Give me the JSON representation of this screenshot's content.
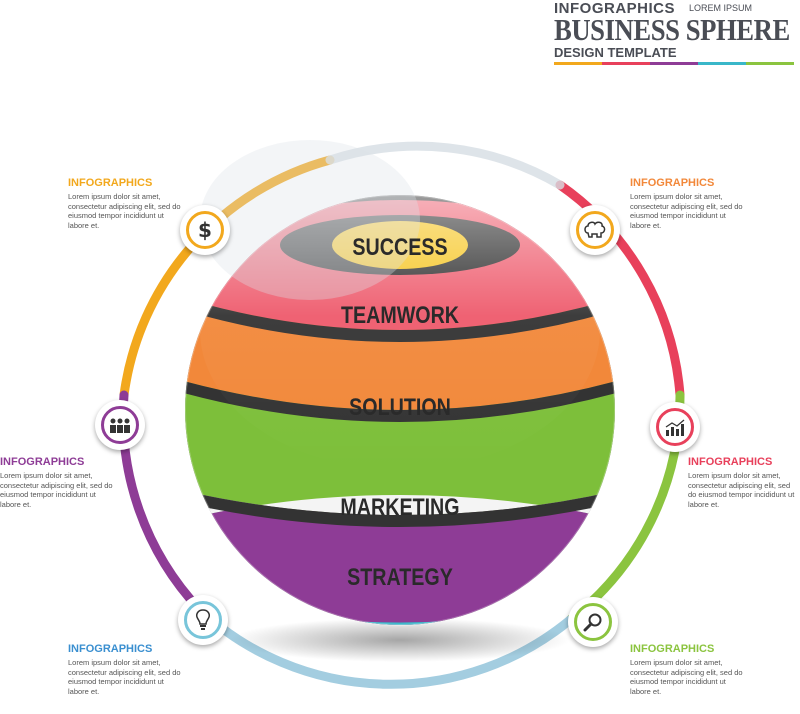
{
  "header": {
    "small_title": "INFOGRAPHICS",
    "lorem": "LOREM IPSUM",
    "big_title": "BUSINESS SPHERE",
    "subtitle": "DESIGN TEMPLATE",
    "bar_colors": [
      "#f2a81d",
      "#e8405b",
      "#8e3c96",
      "#39b7c9",
      "#8bc43f"
    ]
  },
  "sphere_bands": [
    {
      "label": "SUCCESS",
      "color": "#f6c41c"
    },
    {
      "label": "TEAMWORK",
      "color": "#ee5a6c"
    },
    {
      "label": "SOLUTION",
      "color": "#f2883a"
    },
    {
      "label": "MARKETING",
      "color": "#7dbf3a"
    },
    {
      "label": "STRATEGY",
      "color": "#8e3c96"
    }
  ],
  "ring_colors": {
    "top_left": "#f2a81d",
    "top_right": "#e8405b",
    "left": "#8e3c96",
    "bottom_left": "#78c5da",
    "bottom_right": "#8bc43f"
  },
  "info_blocks": [
    {
      "id": "top_left",
      "title": "INFOGRAPHICS",
      "color": "#f2a81d",
      "text": "Lorem ipsum dolor sit amet, consectetur adipiscing elit, sed do eiusmod tempor incididunt ut labore et."
    },
    {
      "id": "top_right",
      "title": "INFOGRAPHICS",
      "color": "#f2883a",
      "text": "Lorem ipsum dolor sit amet, consectetur adipiscing elit, sed do eiusmod tempor incididunt ut labore et."
    },
    {
      "id": "mid_left",
      "title": "INFOGRAPHICS",
      "color": "#8e3c96",
      "text": "Lorem ipsum dolor sit amet, consectetur adipiscing elit, sed do eiusmod tempor incididunt ut labore et."
    },
    {
      "id": "mid_right",
      "title": "INFOGRAPHICS",
      "color": "#e8405b",
      "text": "Lorem ipsum dolor sit amet, consectetur adipiscing elit, sed do eiusmod tempor incididunt ut labore et."
    },
    {
      "id": "bottom_left",
      "title": "INFOGRAPHICS",
      "color": "#3a8fd0",
      "text": "Lorem ipsum dolor sit amet, consectetur adipiscing elit, sed do eiusmod tempor incididunt ut labore et."
    },
    {
      "id": "bottom_right",
      "title": "INFOGRAPHICS",
      "color": "#8bc43f",
      "text": "Lorem ipsum dolor sit amet, consectetur adipiscing elit, sed do eiusmod tempor incididunt ut labore et."
    }
  ],
  "nodes": [
    {
      "id": "dollar",
      "icon": "dollar-icon",
      "glyph": "$",
      "color": "#f2a81d"
    },
    {
      "id": "brain",
      "icon": "brain-icon",
      "glyph": "",
      "color": "#f2a81d"
    },
    {
      "id": "team",
      "icon": "team-icon",
      "glyph": "",
      "color": "#8e3c96"
    },
    {
      "id": "chart",
      "icon": "bar-chart-icon",
      "glyph": "",
      "color": "#e8405b"
    },
    {
      "id": "bulb",
      "icon": "lightbulb-icon",
      "glyph": "",
      "color": "#78c5da"
    },
    {
      "id": "search",
      "icon": "magnifier-icon",
      "glyph": "",
      "color": "#8bc43f"
    }
  ]
}
